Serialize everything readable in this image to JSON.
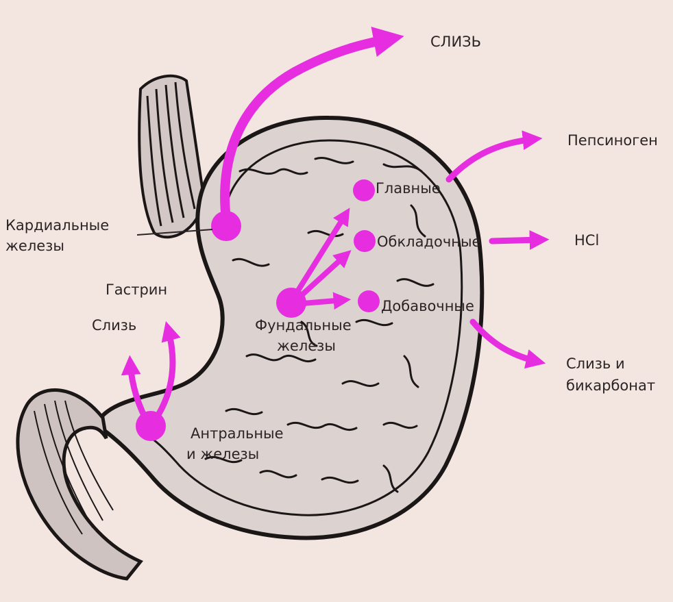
{
  "colors": {
    "background": "#f3e6e1",
    "arrow": "#e62ee0",
    "node": "#e62ee0",
    "stomach_fill": "#dcd2d0",
    "ink": "#2a2424"
  },
  "labels": {
    "mucus_top": "СЛИЗЬ",
    "pepsinogen": "Пепсиноген",
    "hcl": "HCl",
    "mucus_bicarb_line1": "Слизь и",
    "mucus_bicarb_line2": "бикарбонат",
    "cardiac_line1": "Кардиальные",
    "cardiac_line2": "железы",
    "gastrin": "Гастрин",
    "mucus_left": "Слизь",
    "chief": "Главные",
    "parietal": "Обкладочные",
    "accessory": "Добавочные",
    "fundic_line1": "Фундальные",
    "fundic_line2": "железы",
    "antral_line1": "Антральные",
    "antral_line2": "и железы"
  }
}
